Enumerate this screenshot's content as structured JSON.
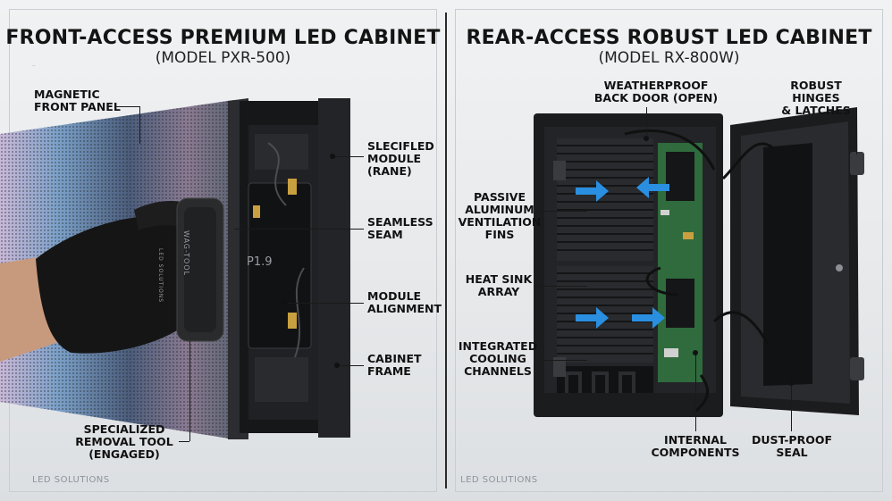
{
  "left": {
    "title": "FRONT-ACCESS PREMIUM LED CABINET",
    "subtitle": "(MODEL PXR-500)",
    "callouts": [
      "MAGNETIC\nFRONT PANEL",
      "SLECIFLED\nMODULE\n(RANE)",
      "SEAMLESS\nSEAM",
      "MODULE\nALIGNMENT",
      "CABINET\nFRAME",
      "SPECIALIZED\nREMOVAL TOOL\n(ENGAGED)"
    ],
    "module_mark": "P1.9",
    "tool_text": "WAG-TOOL",
    "glove_text": "LED SOLUTIONS",
    "brand": "LED SOLUTIONS"
  },
  "right": {
    "title": "REAR-ACCESS ROBUST LED CABINET",
    "subtitle": "(MODEL RX-800W)",
    "callouts": [
      "WEATHERPROOF\nBACK DOOR (OPEN)",
      "ROBUST HINGES\n& LATCHES",
      "PASSIVE\nALUMINUM\nVENTILATION\nFINS",
      "HEAT SINK\nARRAY",
      "INTEGRATED\nCOOLING\nCHANNELS",
      "INTERNAL\nCOMPONENTS",
      "DUST-PROOF\nSEAL"
    ],
    "brand": "LED SOLUTIONS"
  },
  "colors": {
    "background": "#e9ebed",
    "cabinet_dark": "#1b1c1e",
    "pcb_green": "#2f6b3c",
    "airflow_blue": "#2a8fe0"
  }
}
